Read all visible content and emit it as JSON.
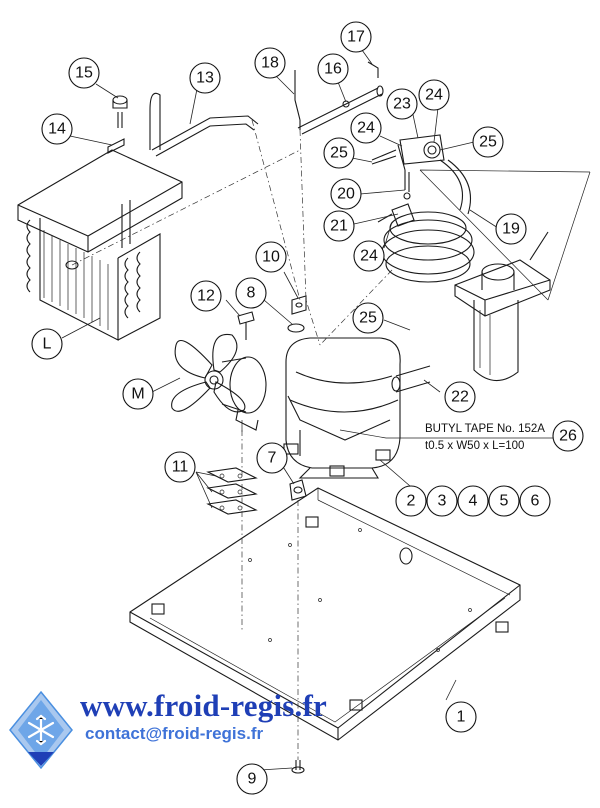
{
  "callouts": [
    {
      "id": "c15",
      "label": "15"
    },
    {
      "id": "c13",
      "label": "13"
    },
    {
      "id": "c18",
      "label": "18"
    },
    {
      "id": "c16",
      "label": "16"
    },
    {
      "id": "c17",
      "label": "17"
    },
    {
      "id": "c14",
      "label": "14"
    },
    {
      "id": "c23",
      "label": "23"
    },
    {
      "id": "c24a",
      "label": "24"
    },
    {
      "id": "c24b",
      "label": "24"
    },
    {
      "id": "c25a",
      "label": "25"
    },
    {
      "id": "c25b",
      "label": "25"
    },
    {
      "id": "c20",
      "label": "20"
    },
    {
      "id": "c21",
      "label": "21"
    },
    {
      "id": "c24c",
      "label": "24"
    },
    {
      "id": "c19",
      "label": "19"
    },
    {
      "id": "c10",
      "label": "10"
    },
    {
      "id": "c12",
      "label": "12"
    },
    {
      "id": "c8",
      "label": "8"
    },
    {
      "id": "cL",
      "label": "L"
    },
    {
      "id": "c25c",
      "label": "25"
    },
    {
      "id": "cM",
      "label": "M"
    },
    {
      "id": "c22",
      "label": "22"
    },
    {
      "id": "c26",
      "label": "26"
    },
    {
      "id": "c7",
      "label": "7"
    },
    {
      "id": "c11",
      "label": "11"
    },
    {
      "id": "c2",
      "label": "2"
    },
    {
      "id": "c3",
      "label": "3"
    },
    {
      "id": "c4",
      "label": "4"
    },
    {
      "id": "c5",
      "label": "5"
    },
    {
      "id": "c6",
      "label": "6"
    },
    {
      "id": "c1",
      "label": "1"
    },
    {
      "id": "c9",
      "label": "9"
    }
  ],
  "notes": {
    "butyl_line1": "BUTYL TAPE No. 152A",
    "butyl_line2": "t0.5 x W50 x L=100"
  },
  "watermark": {
    "url": "www.froid-regis.fr",
    "email": "contact@froid-regis.fr",
    "logo_icon": "snowflake-logo-icon",
    "url_color": "#1f3fb6",
    "email_color": "#3f73d8",
    "logo_color": "#4a8fe0"
  }
}
